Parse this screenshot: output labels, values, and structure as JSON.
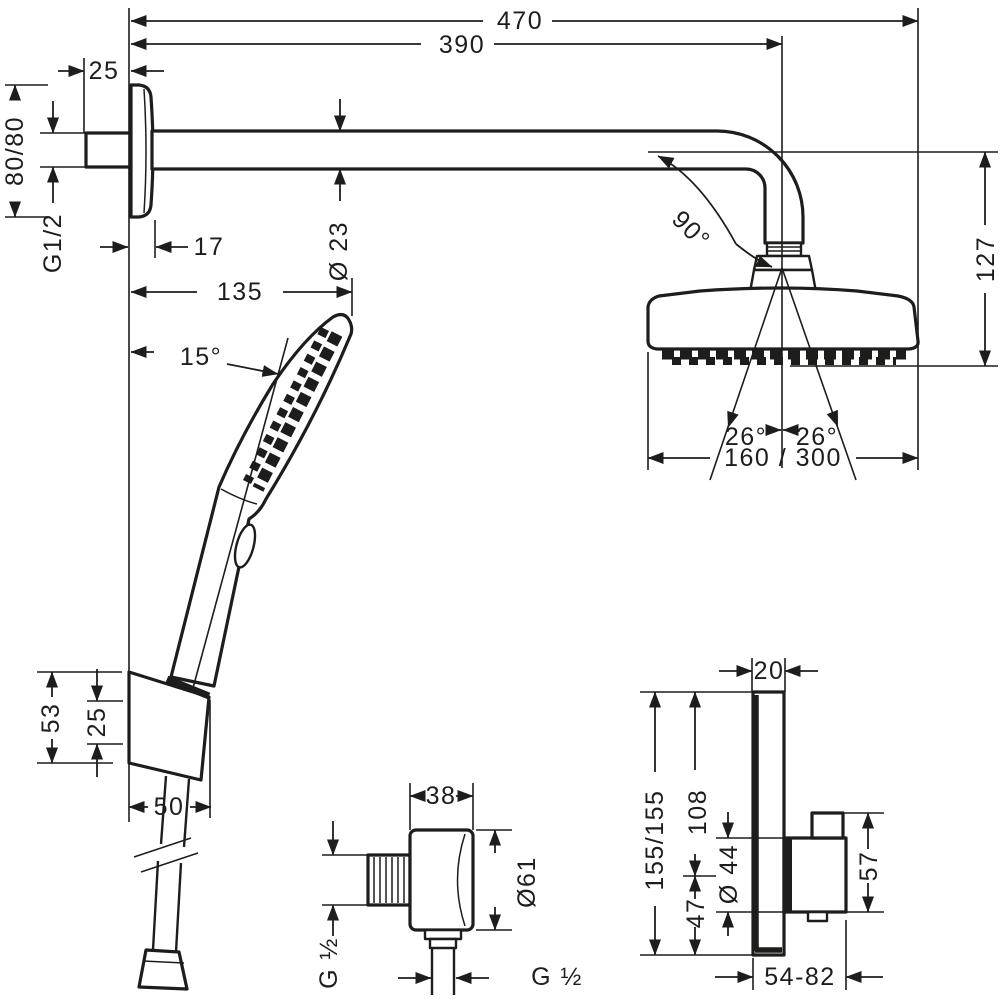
{
  "colors": {
    "ink": "#1d1d1b",
    "paper": "#ffffff"
  },
  "overhead": {
    "overall_width": "470",
    "arm_length": "390",
    "wall_stub": "25",
    "escutcheon": "80/80",
    "thread": "G1/2",
    "escutcheon_depth": "17",
    "arm_diameter": "Ø 23",
    "head_drop": "127",
    "bend_angle": "90°",
    "spray_angle_left": "26°",
    "spray_angle_right": "26°",
    "head_width": "160 / 300"
  },
  "handshower": {
    "length": "135",
    "tilt": "15°"
  },
  "holder": {
    "height": "53",
    "span": "25",
    "depth": "50"
  },
  "outlet": {
    "width": "38",
    "diameter": "Ø61",
    "thread_side": "G ½",
    "thread_bottom": "G ½"
  },
  "valve": {
    "depth": "20",
    "plate": "155/155",
    "upper_offset": "108",
    "diameter": "Ø 44",
    "lower_offset": "47",
    "handle_depth": "57",
    "install_range": "54-82"
  }
}
